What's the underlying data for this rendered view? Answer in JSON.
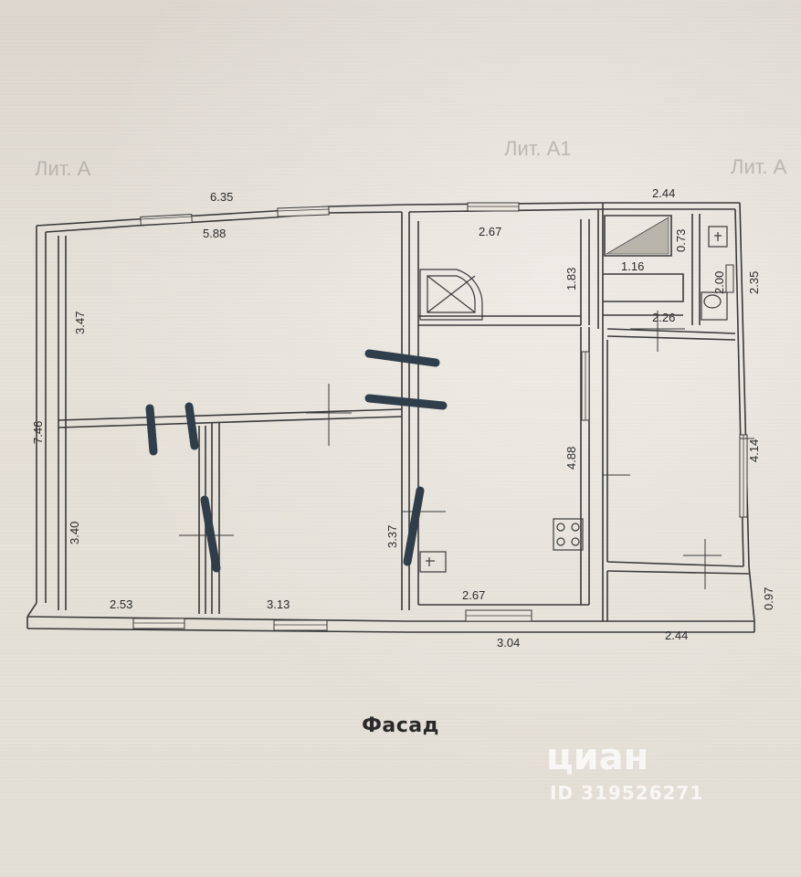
{
  "plan": {
    "caption": "Фасад",
    "dims": {
      "top_overall": "6.35",
      "room1_width": "5.88",
      "top_right": "2.44",
      "kitchen_top": "2.67",
      "kitchen_h": "1.83",
      "bath_w": "1.16",
      "bath_h": "0.73",
      "wc_h": "2.00",
      "right_top_h": "2.35",
      "corridor_w": "2.26",
      "room1_h": "3.47",
      "overall_h": "7.46",
      "room2_h": "3.40",
      "room3_h": "3.37",
      "hall_h": "4.88",
      "right_room_h": "4.14",
      "porch_h": "0.97",
      "room2_w": "2.53",
      "room3_w": "3.13",
      "hall_w": "2.67",
      "bottom_mid": "3.04",
      "bottom_right": "2.44"
    },
    "faded_labels": {
      "lit_left": "Лит. А",
      "lit_mid": "Лит. А1",
      "lit_right": "Лит. А"
    }
  },
  "watermark": {
    "brand": "циан",
    "id": "ID 319526271"
  },
  "colors": {
    "line": "#3a3a3a",
    "marker": "#2f3e4a",
    "paper": "#e4dfd6"
  }
}
